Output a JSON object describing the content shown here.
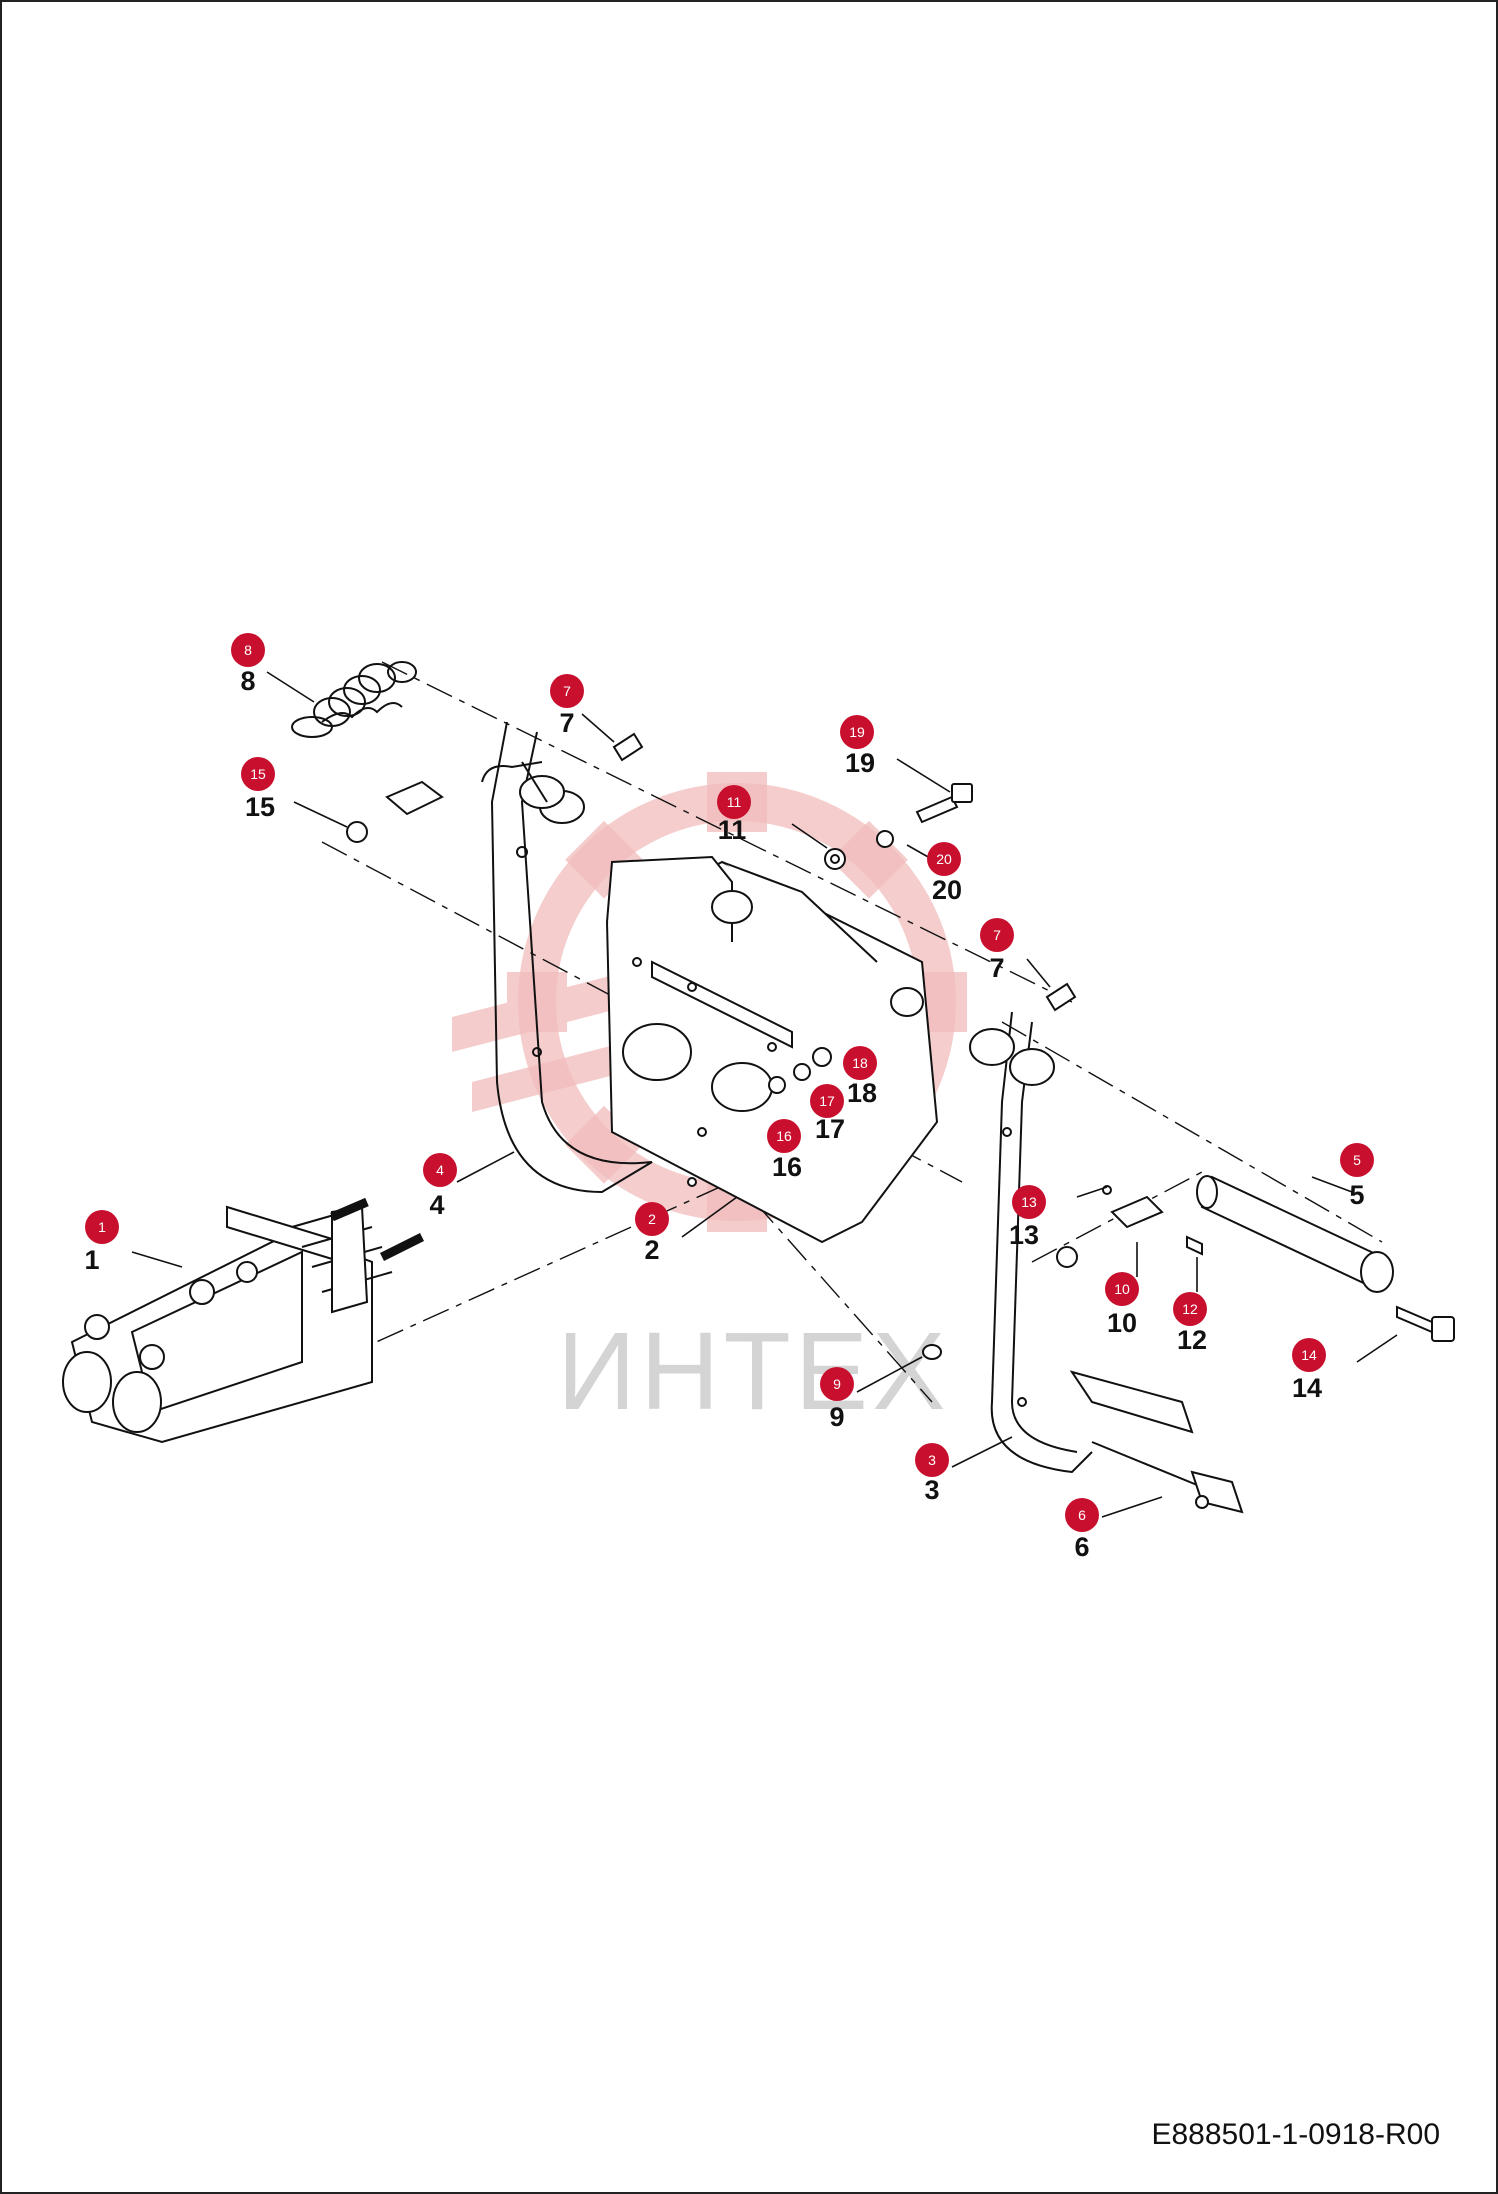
{
  "watermark": {
    "text": "ИНТЕХ",
    "color": "#f2bcbc"
  },
  "document_code": "E888501-1-0918-R00",
  "callout_color": "#c8102e",
  "callouts": [
    {
      "id": "1",
      "label": "1"
    },
    {
      "id": "2",
      "label": "2"
    },
    {
      "id": "3",
      "label": "3"
    },
    {
      "id": "4",
      "label": "4"
    },
    {
      "id": "5",
      "label": "5"
    },
    {
      "id": "6",
      "label": "6"
    },
    {
      "id": "7a",
      "label": "7"
    },
    {
      "id": "7b",
      "label": "7"
    },
    {
      "id": "8",
      "label": "8"
    },
    {
      "id": "9",
      "label": "9"
    },
    {
      "id": "10",
      "label": "10"
    },
    {
      "id": "11",
      "label": "11"
    },
    {
      "id": "12",
      "label": "12"
    },
    {
      "id": "13",
      "label": "13"
    },
    {
      "id": "14",
      "label": "14"
    },
    {
      "id": "15",
      "label": "15"
    },
    {
      "id": "16",
      "label": "16"
    },
    {
      "id": "17",
      "label": "17"
    },
    {
      "id": "18",
      "label": "18"
    },
    {
      "id": "19",
      "label": "19"
    },
    {
      "id": "20",
      "label": "20"
    }
  ]
}
